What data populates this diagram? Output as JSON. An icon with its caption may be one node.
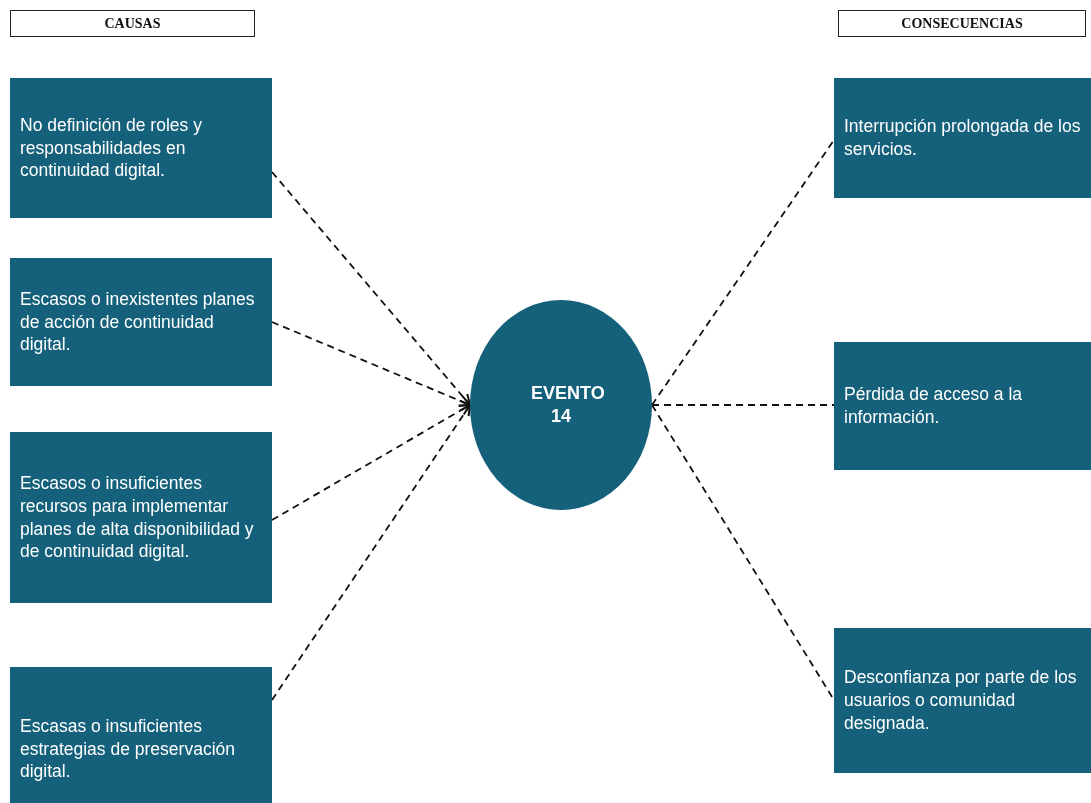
{
  "diagram": {
    "nodes": [
      {
        "text": [
          "CAUSAS"
        ]
      },
      {
        "text": [
          "CONSECUENCIAS"
        ]
      },
      {
        "text": [
          "No definición de roles y responsabilidades en continuidad digital."
        ]
      },
      {
        "text": [
          "Escasos o inexistentes planes de acción de continuidad digital."
        ]
      },
      {
        "text": [
          "Escasos o insuficientes recursos para implementar planes de alta disponibilidad y de continuidad digital."
        ]
      },
      {
        "text": [
          "Escasas o insuficientes estrategias de preservación digital."
        ]
      },
      {
        "text": [
          "EVENTO 14"
        ]
      },
      {
        "text": [
          "Interrupción prolongada de los servicios."
        ]
      },
      {
        "text": [
          "Pérdida de acceso a la información."
        ]
      },
      {
        "text": [
          "Desconfianza por parte de los usuarios o comunidad designada."
        ]
      }
    ],
    "edges": [
      {
        "from": 2,
        "to": 6,
        "arrow": "to",
        "style": "dashed"
      },
      {
        "from": 3,
        "to": 6,
        "arrow": "to",
        "style": "dashed"
      },
      {
        "from": 4,
        "to": 6,
        "arrow": "to",
        "style": "dashed"
      },
      {
        "from": 5,
        "to": 6,
        "arrow": "to",
        "style": "dashed"
      },
      {
        "from": 6,
        "to": 7,
        "arrow": "none",
        "style": "dashed"
      },
      {
        "from": 6,
        "to": 8,
        "arrow": "none",
        "style": "dashed"
      },
      {
        "from": 6,
        "to": 9,
        "arrow": "none",
        "style": "dashed"
      }
    ]
  }
}
